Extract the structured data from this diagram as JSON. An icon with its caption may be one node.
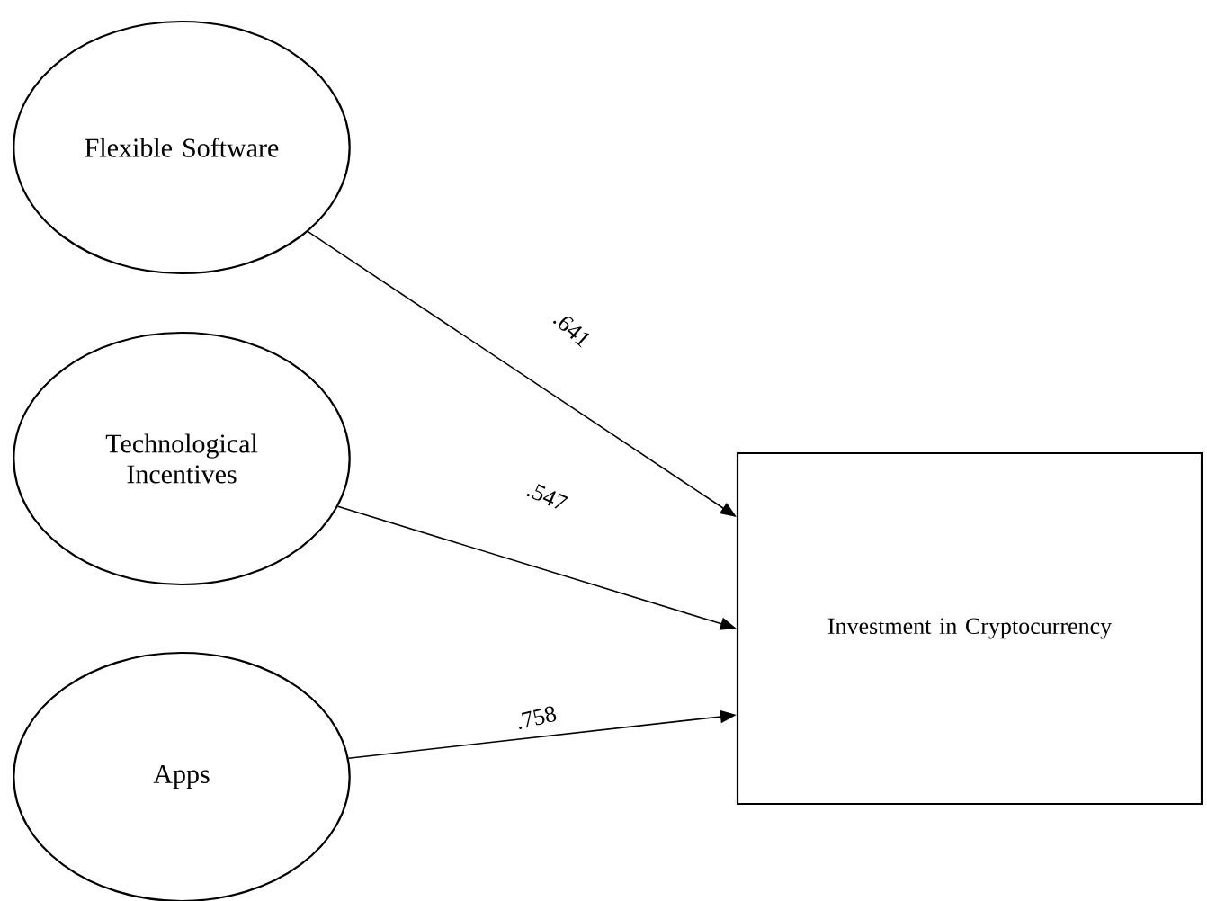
{
  "diagram": {
    "nodes": [
      {
        "text": [
          "Flexible Software"
        ]
      },
      {
        "text": [
          "Technological Incentives"
        ]
      },
      {
        "text": [
          "Apps"
        ]
      },
      {
        "text": [
          "Investment in Cryptocurrency"
        ]
      }
    ],
    "edges": [
      {
        "from": 0,
        "to": 3,
        "arrow": "to",
        "label": ".641"
      },
      {
        "from": 1,
        "to": 3,
        "arrow": "to",
        "label": ".547"
      },
      {
        "from": 2,
        "to": 3,
        "arrow": "to",
        "label": ".758"
      }
    ]
  }
}
